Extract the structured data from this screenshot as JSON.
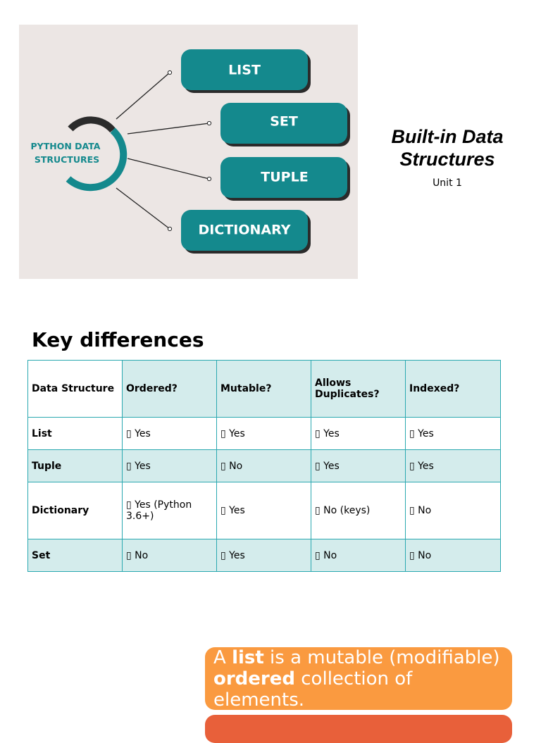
{
  "hero": {
    "hub_line1": "PYTHON DATA",
    "hub_line2": "STRUCTURES",
    "items": [
      {
        "label": "LIST"
      },
      {
        "label": "SET"
      },
      {
        "label": "TUPLE"
      },
      {
        "label": "DICTIONARY"
      }
    ],
    "colors": {
      "background": "#ece6e4",
      "teal": "#14898d",
      "dark": "#2b2b2b"
    }
  },
  "title": "Built-in Data Structures",
  "subtitle": "Unit 1",
  "heading": "Key differences",
  "table": {
    "headers": [
      "Data Structure",
      "Ordered?",
      "Mutable?",
      "Allows Duplicates?",
      "Indexed?"
    ],
    "rows": [
      {
        "name": "List",
        "cells": [
          "▯ Yes",
          "▯ Yes",
          "▯ Yes",
          "▯ Yes"
        ]
      },
      {
        "name": "Tuple",
        "cells": [
          "▯ Yes",
          "▯ No",
          "▯ Yes",
          "▯ Yes"
        ]
      },
      {
        "name": "Dictionary",
        "cells": [
          "▯ Yes (Python 3.6+)",
          "▯ Yes",
          "▯ No (keys)",
          "▯ No"
        ]
      },
      {
        "name": "Set",
        "cells": [
          "▯ No",
          "▯ Yes",
          "▯ No",
          "▯ No"
        ]
      }
    ],
    "colors": {
      "border": "#2aa8b0",
      "shade": "#d4ecec"
    }
  },
  "callout": {
    "t1": "A ",
    "b1": "list",
    "t2": " is a mutable (modifiable) ",
    "b2": "ordered",
    "t3": " collection of elements.",
    "color": "#fa9a40"
  }
}
